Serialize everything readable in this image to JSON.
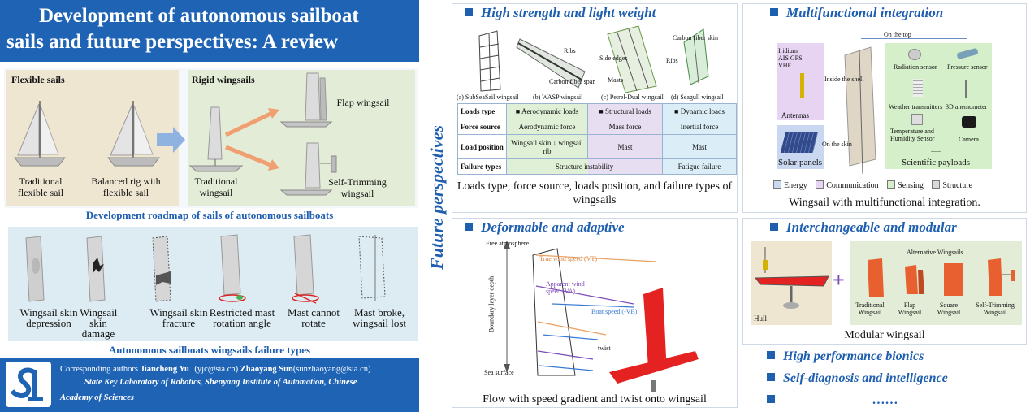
{
  "title": {
    "line1": "Development of autonomous sailboat",
    "line2": "sails and future perspectives: A review"
  },
  "roadmap": {
    "flexible_title": "Flexible sails",
    "rigid_title": "Rigid wingsails",
    "labels": {
      "traditional_flexible": "Traditional flexible sail",
      "balanced_rig": "Balanced rig with flexible sail",
      "traditional_wingsail": "Traditional wingsail",
      "flap_wingsail": "Flap wingsail",
      "self_trimming": "Self-Trimming wingsail"
    },
    "caption": "Development roadmap of sails of autonomous sailboats"
  },
  "failures": {
    "items": [
      "Wingsail skin depression",
      "Wingsail skin damage",
      "Wingsail skin fracture",
      "Restricted mast rotation angle",
      "Mast cannot rotate",
      "Mast broke, wingsail lost"
    ],
    "caption": "Autonomous sailboats wingsails failure types"
  },
  "authors": {
    "prefix": "Corresponding authors",
    "name1": "Jiancheng Yu",
    "email1": "(yjc@sia.cn)",
    "name2": "Zhaoyang Sun",
    "email2": "(sunzhaoyang@sia.cn)",
    "affiliation1": "State Key Laboratory of Robotics, Shenyang Institute of Automation, Chinese",
    "affiliation2": "Academy of Sciences"
  },
  "future_title": "Future perspectives",
  "strength": {
    "title": "High strength and light weight",
    "figs": [
      "(a) SubSeaSail wingsail",
      "(b) WASP wingsail",
      "(c) Petrel-Dual wingsail",
      "(d) Seagull wingsail"
    ],
    "annotations": {
      "ribs1": "Ribs",
      "carbon_spar": "Carbon fiber spar",
      "side_edges": "Side edges",
      "ribs2": "Ribs",
      "masts": "Masts",
      "carbon_skin": "Carbon fiber skin"
    },
    "table": {
      "rows": [
        {
          "h": "Loads type",
          "a": "■   Aerodynamic loads",
          "s": "■   Structural loads",
          "d": "■   Dynamic loads"
        },
        {
          "h": "Force source",
          "a": "Aerodynamic force",
          "s": "Mass force",
          "d": "Inertial force"
        },
        {
          "h": "Load position",
          "a": "Wingsail skin ↓ wingsail rib",
          "s": "Mast",
          "d": "Mast"
        },
        {
          "h": "Failure types",
          "as": "Structure instability",
          "d": "Fatigue failure"
        }
      ]
    },
    "caption": "Loads type, force source, loads position, and failure types of wingsails"
  },
  "multi": {
    "title": "Multifunctional integration",
    "on_top": "On the top",
    "comm": "Iridium AIS GPS VHF",
    "inside_shell": "Inside the shell",
    "antennas": "Antennas",
    "on_skin": "On the skin",
    "solar": "Solar panels",
    "sensors": [
      "Radiation sensor",
      "Pressure sensor",
      "Weather transmitters",
      "3D anemometer",
      "Temperature and Humidity Sensor",
      "Camera"
    ],
    "dots": "......",
    "payloads": "Scientific payloads",
    "legend": [
      {
        "label": "Energy",
        "color": "#c9d8f0"
      },
      {
        "label": "Communication",
        "color": "#e6d4f2"
      },
      {
        "label": "Sensing",
        "color": "#d4efc9"
      },
      {
        "label": "Structure",
        "color": "#d9d9d9"
      }
    ],
    "caption": "Wingsail with multifunctional integration."
  },
  "deform": {
    "title": "Deformable and adaptive",
    "free_atm": "Free atmosphere",
    "boundary": "Boundary layer depth",
    "sea": "Sea surface",
    "true_wind": "True wind speed (VT)",
    "apparent": "Apparent wind speed (VA)",
    "boat_speed": "Boat speed (-VB)",
    "twist": "twist",
    "caption": "Flow with speed gradient and twist onto wingsail"
  },
  "modular": {
    "title": "Interchangeable and modular",
    "hull": "Hull",
    "plus": "+",
    "alt": "Alternative Wingsails",
    "items": [
      "Traditional Wingsail",
      "Flap Wingsail",
      "Square Wingsail",
      "Self-Trimming Wingsail"
    ],
    "caption": "Modular wingsail"
  },
  "bullets": [
    "High performance bionics",
    "Self-diagnosis and intelligence",
    "……"
  ],
  "colors": {
    "accent": "#1e63b4",
    "panel_green": "#e3ecd6",
    "panel_tan": "#efe6d2",
    "panel_blue": "#dcecf2",
    "hull_red": "#e52222",
    "wing_orange": "#e8602f"
  }
}
